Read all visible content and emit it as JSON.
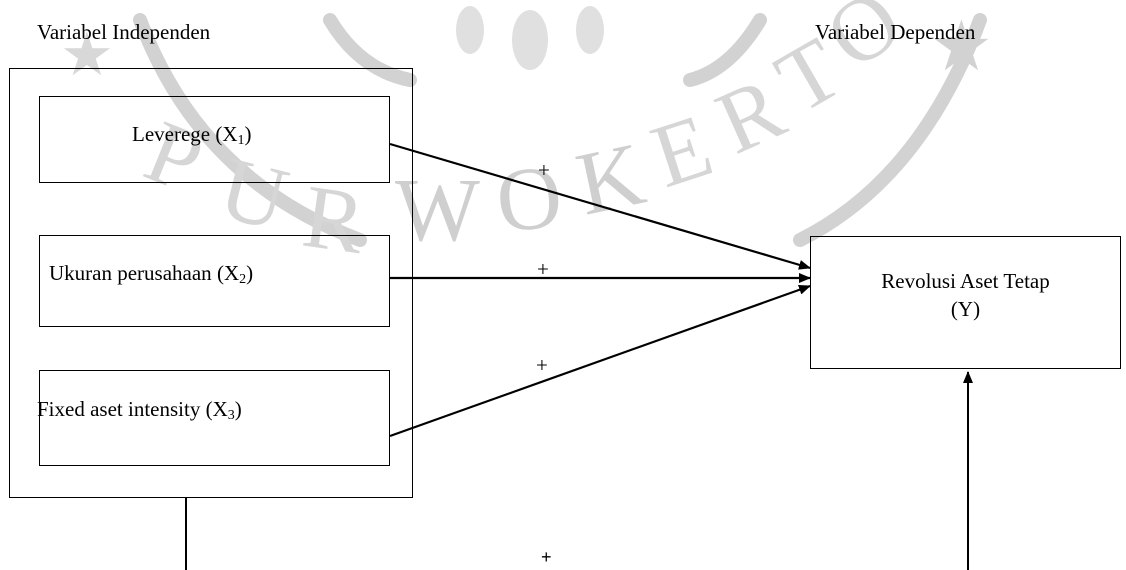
{
  "headings": {
    "independent": "Variabel Independen",
    "dependent": "Variabel Dependen"
  },
  "watermark": "PURWOKERTO",
  "variables": [
    {
      "name": "Leverege",
      "symbol": "X",
      "sub": "1"
    },
    {
      "name": "Ukuran perusahaan",
      "symbol": "X",
      "sub": "2"
    },
    {
      "name": "Fixed aset intensity",
      "symbol": "X",
      "sub": "3"
    }
  ],
  "dependent_box": {
    "title": "Revolusi Aset Tetap",
    "symbol": "(Y)"
  },
  "relations": [
    {
      "from": "X1",
      "to": "Y",
      "sign": "+"
    },
    {
      "from": "X2",
      "to": "Y",
      "sign": "+"
    },
    {
      "from": "X3",
      "to": "Y",
      "sign": "+"
    },
    {
      "from": "X",
      "to": "Y",
      "sign": "+"
    }
  ],
  "colors": {
    "line": "#000000",
    "watermark": "#c8c8c8"
  }
}
